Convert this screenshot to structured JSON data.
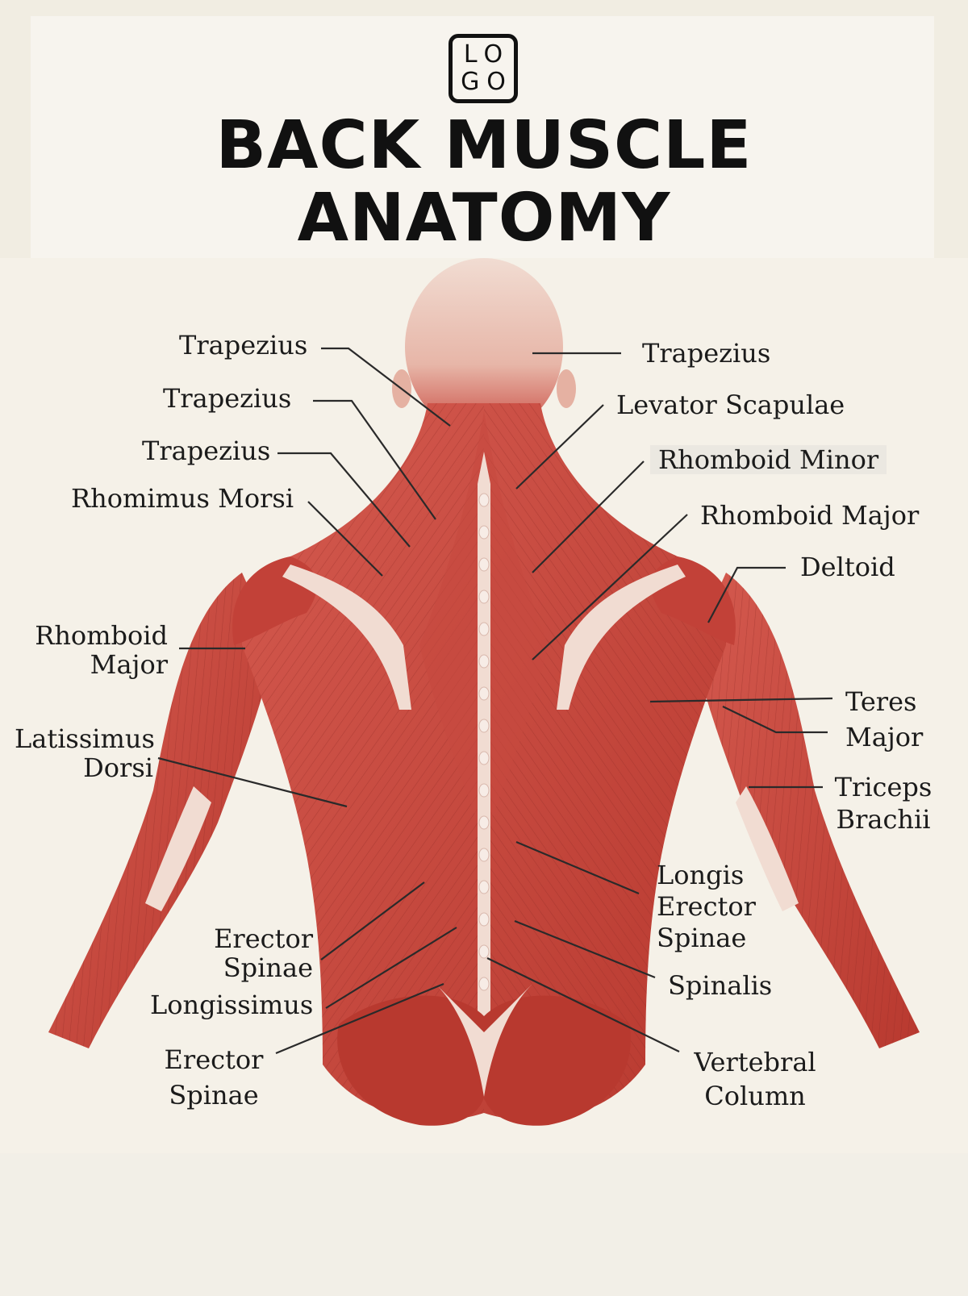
{
  "logo": {
    "line1": "LO",
    "line2": "GO"
  },
  "title": {
    "line1": "BACK MUSCLE",
    "line2": "ANATOMY"
  },
  "colors": {
    "background": "#f5f1e8",
    "muscle": "#c9483f",
    "muscle_dark": "#a8332c",
    "tendon": "#f1dcd2",
    "leader_line": "#2a2a2a",
    "title": "#111111"
  },
  "labels": {
    "left": {
      "trapezius_1": "Trapezius",
      "trapezius_2": "Trapezius",
      "trapezius_3": "Trapezius",
      "rhomimus_morsi": "Rhomimus Morsi",
      "rhomboid_major_1": "Rhomboid",
      "rhomboid_major_2": "Major",
      "latissimus_1": "Latissimus",
      "latissimus_2": "Dorsi",
      "erector_1": "Erector",
      "erector_2": "Spinae",
      "longissimus": "Longissimus",
      "erector_b1": "Erector",
      "erector_b2": "Spinae"
    },
    "right": {
      "trapezius": "Trapezius",
      "levator_scapulae": "Levator Scapulae",
      "rhomboid_minor": "Rhomboid Minor",
      "rhomboid_major": "Rhomboid Major",
      "deltoid": "Deltoid",
      "teres_1": "Teres",
      "teres_2": "Major",
      "triceps_1": "Triceps",
      "triceps_2": "Brachii",
      "longis_1": "Longis",
      "longis_2": "Erector",
      "longis_3": "Spinae",
      "spinalis": "Spinalis",
      "vertebral_1": "Vertebral",
      "vertebral_2": "Column"
    }
  }
}
